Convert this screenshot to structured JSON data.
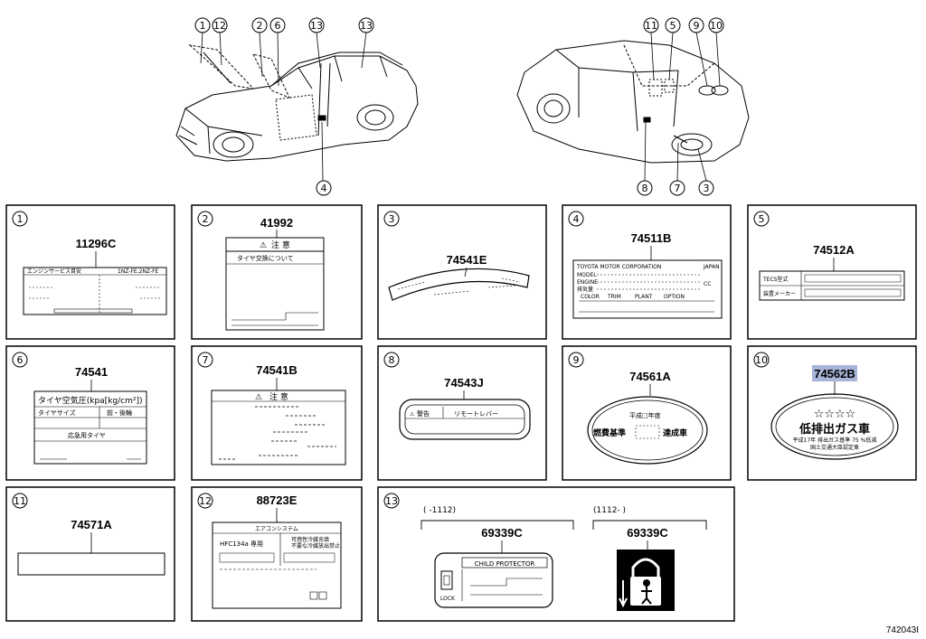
{
  "callouts": [
    "1",
    "2",
    "3",
    "4",
    "5",
    "6",
    "7",
    "8",
    "9",
    "10",
    "11",
    "12",
    "13"
  ],
  "panels": {
    "p1": {
      "part": "11296C",
      "row1_left": "エンジンサービス目安",
      "row1_right": "1NZ-FE,2NZ-FE"
    },
    "p2": {
      "part": "41992",
      "warn": "注 意",
      "sub": "タイヤ交換について"
    },
    "p3": {
      "part": "74541E"
    },
    "p4": {
      "part": "74511B",
      "maker": "TOYOTA MOTOR CORPORATION",
      "made": "JAPAN",
      "model": "MODEL",
      "engine": "ENGINE",
      "disp": "排気量",
      "cc": "CC",
      "color": "COLOR",
      "trim": "TRIM",
      "plant": "PLANT",
      "option": "OPTION"
    },
    "p5": {
      "part": "74512A",
      "row1": "TECS型式",
      "row2": "装置メーカー"
    },
    "p6": {
      "part": "74541",
      "title": "タイヤ空気圧(kpa[kg/cm²])",
      "size": "タイヤサイズ",
      "fr": "前・後輪",
      "spare": "応急用タイヤ"
    },
    "p7": {
      "part": "74541B",
      "warn": "注 意"
    },
    "p8": {
      "part": "74543J",
      "warn": "警告",
      "label": "リモートレバー"
    },
    "p9": {
      "part": "74561A",
      "line1": "平成□年度",
      "left": "燃費基準",
      "right": "達成車"
    },
    "p10": {
      "part": "74562B",
      "stars": "☆☆☆☆",
      "main": "低排出ガス車",
      "fine1": "平成17年 排出ガス基準 75 %低減",
      "fine2": "国土交通大臣認定車"
    },
    "p11": {
      "part": "74571A"
    },
    "p12": {
      "part": "88723E",
      "title": "エアコンシステム",
      "gas": "HFC134a 専用",
      "note1": "可燃性冷媒充填",
      "note2": "不要な冷媒放出禁止"
    },
    "p13": {
      "left_range": "( -1112)",
      "right_range": "(1112- )",
      "part_left": "69339C",
      "part_right": "69339C",
      "child": "CHILD PROTECTOR",
      "lock": "LOCK"
    }
  },
  "diagram_code": "742043I"
}
